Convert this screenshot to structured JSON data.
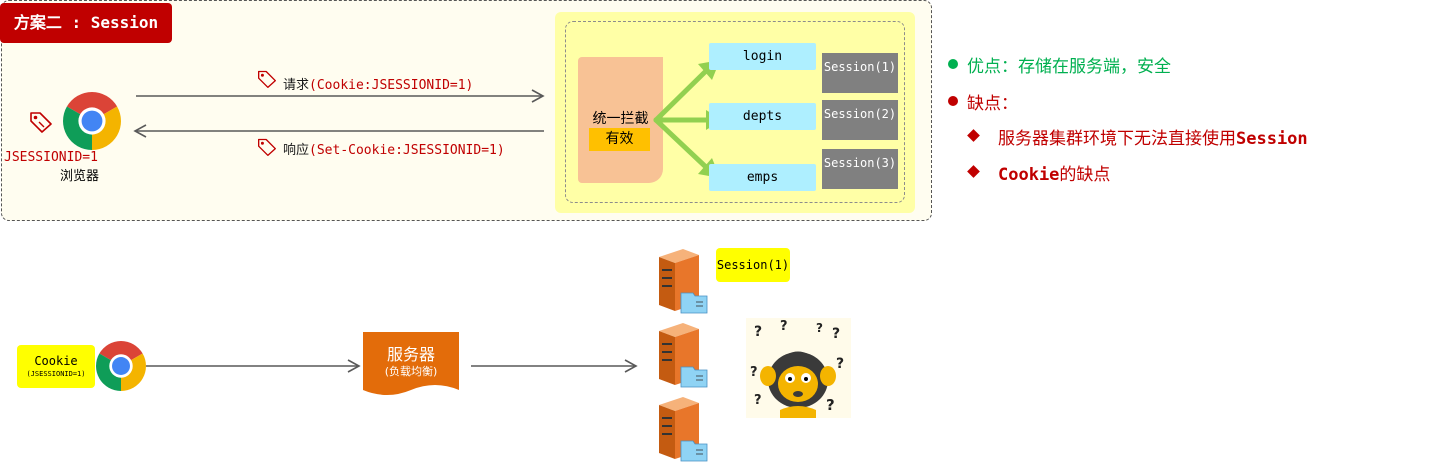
{
  "title": "方案二 : Session",
  "browser": {
    "cookie_label": "JSESSIONID=1",
    "name": "浏览器"
  },
  "request": {
    "prefix": "请求",
    "value": "(Cookie:JSESSIONID=1)"
  },
  "response": {
    "prefix": "响应",
    "value": "(Set-Cookie:JSESSIONID=1)"
  },
  "interceptor": {
    "label": "统一拦截",
    "status": "有效"
  },
  "endpoints": [
    {
      "name": "login",
      "session": "Session(1)"
    },
    {
      "name": "depts",
      "session": "Session(2)"
    },
    {
      "name": "emps",
      "session": "Session(3)"
    }
  ],
  "pros": {
    "label": "优点：存储在服务端，安全"
  },
  "cons": {
    "label": "缺点：",
    "items": [
      {
        "prefix": "服务器集群环境下无法直接使用",
        "keyword": "Session",
        "suffix": ""
      },
      {
        "prefix": "",
        "keyword": "Cookie",
        "suffix": "的缺点"
      }
    ]
  },
  "bottom": {
    "cookie_title": "Cookie",
    "cookie_value": "(JSESSIONID=1)",
    "lb_title": "服务器",
    "lb_subtitle": "(负载均衡)",
    "session_badge": "Session(1)"
  },
  "colors": {
    "accent_red": "#c00000",
    "green": "#00b050",
    "orange": "#e36c0a",
    "yellow": "#ffff00",
    "cyan": "#aeefff",
    "arrow_green": "#92d050"
  }
}
